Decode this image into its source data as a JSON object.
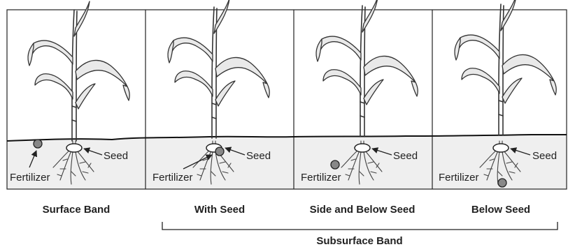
{
  "panels": [
    {
      "id": "surface-band",
      "caption": "Surface Band",
      "seed_label": "Seed",
      "fertilizer_label": "Fertilizer"
    },
    {
      "id": "with-seed",
      "caption": "With Seed",
      "seed_label": "Seed",
      "fertilizer_label": "Fertilizer"
    },
    {
      "id": "side-below-seed",
      "caption": "Side and Below Seed",
      "seed_label": "Seed",
      "fertilizer_label": "Fertilizer"
    },
    {
      "id": "below-seed",
      "caption": "Below Seed",
      "seed_label": "Seed",
      "fertilizer_label": "Fertilizer"
    }
  ],
  "group_label": "Subsurface Band",
  "colors": {
    "soil": "#efefef",
    "fertilizer": "#888888",
    "outline": "#222222"
  }
}
